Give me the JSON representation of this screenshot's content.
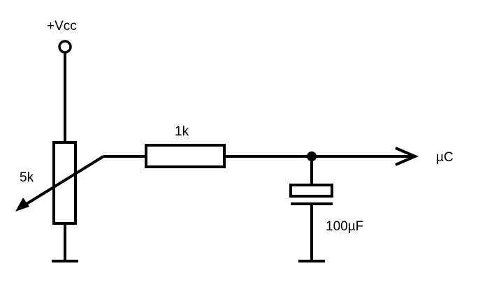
{
  "diagram": {
    "supply_label": "+Vcc",
    "potentiometer_label": "5k",
    "resistor_label": "1k",
    "capacitor_label": "100µF",
    "output_label": "µC"
  },
  "colors": {
    "line": "#000000",
    "background": "#ffffff"
  }
}
